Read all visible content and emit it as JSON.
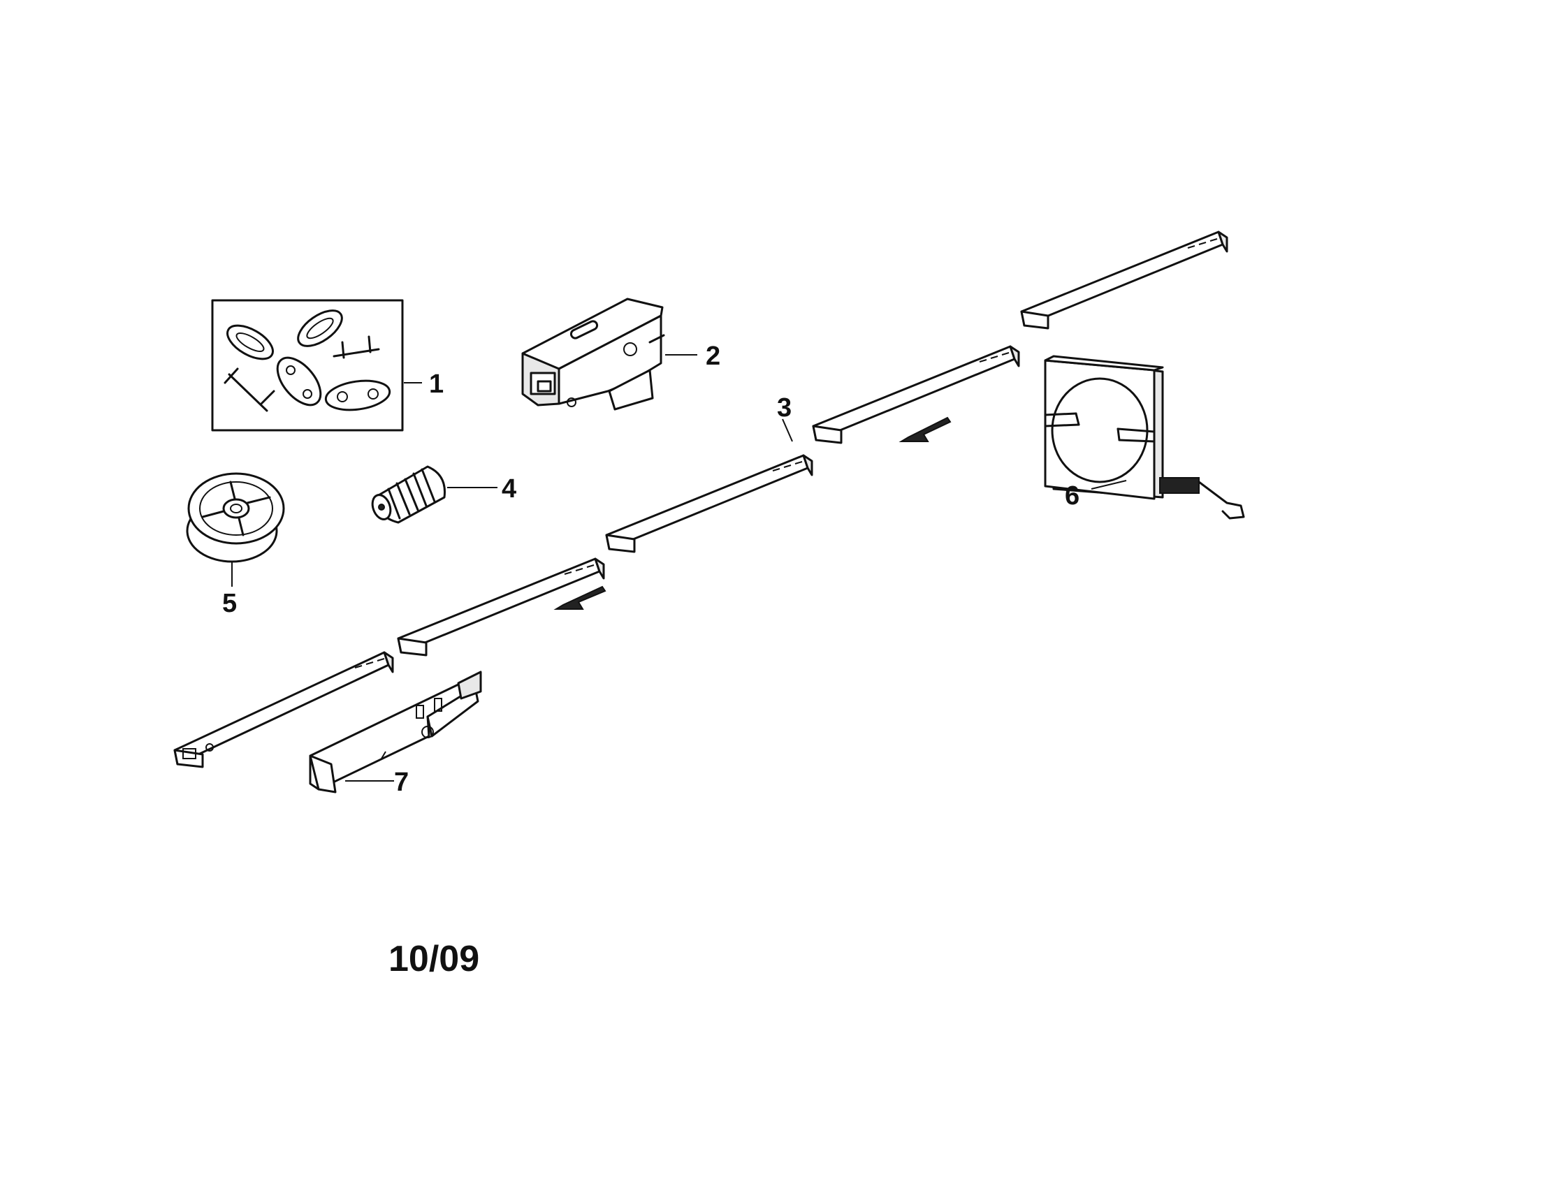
{
  "diagram": {
    "callouts": {
      "p1": "1",
      "p2": "2",
      "p3": "3",
      "p4": "4",
      "p5": "5",
      "p6": "6",
      "p7": "7"
    },
    "date_code": "10/09",
    "icons": [
      "chain-link-kit-icon",
      "trolley-icon",
      "rail-section-icon",
      "worm-gear-icon",
      "pulley-icon",
      "belt-chain-assembly-icon",
      "bracket-icon",
      "direction-arrow-icon"
    ]
  }
}
